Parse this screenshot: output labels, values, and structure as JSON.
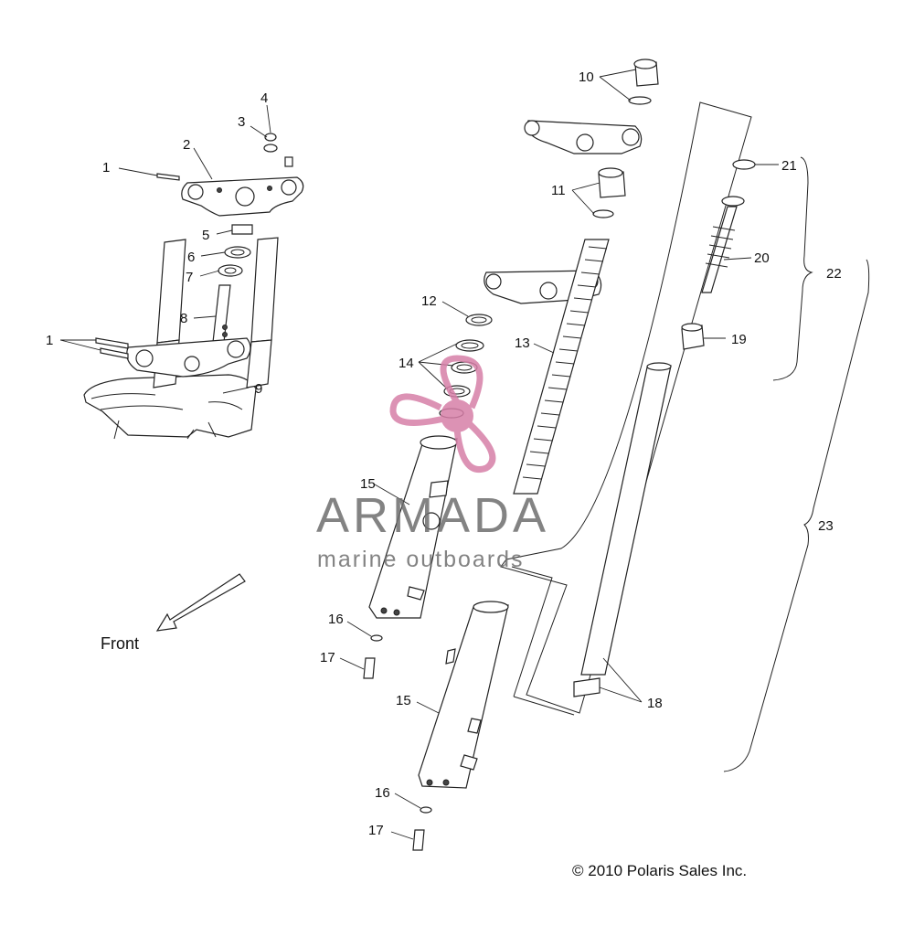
{
  "callouts": [
    "1",
    "2",
    "3",
    "4",
    "5",
    "6",
    "7",
    "8",
    "9",
    "10",
    "11",
    "12",
    "13",
    "14",
    "15",
    "16",
    "17",
    "18",
    "19",
    "20",
    "21",
    "22",
    "23"
  ],
  "front_label": "Front",
  "copyright": "© 2010 Polaris Sales Inc.",
  "watermark": {
    "brand": "ARMADA",
    "tagline": "marine outboards",
    "color": "#d77fa8"
  }
}
